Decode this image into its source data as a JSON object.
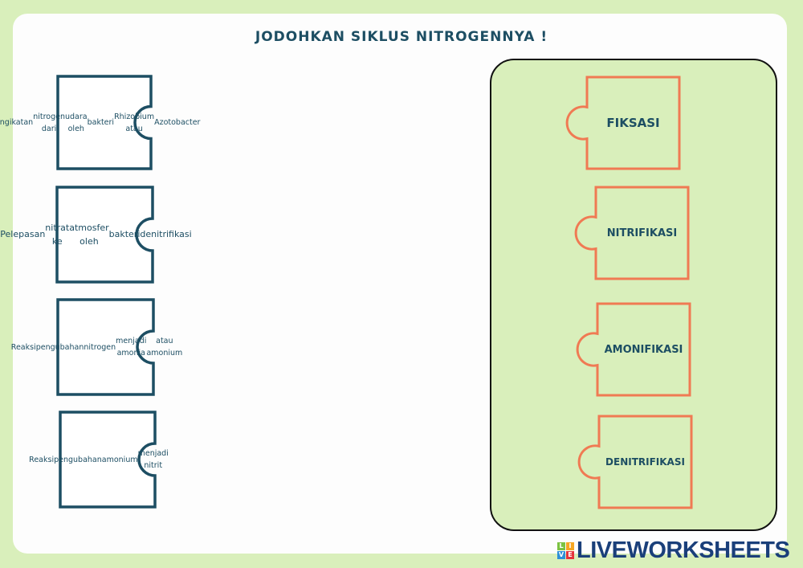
{
  "title": "JODOHKAN SIKLUS NITROGENNYA !",
  "descriptions": [
    {
      "lines": [
        "Pengikatan",
        "nitrogen dari",
        "udara oleh",
        "bakteri",
        "Rhizobium atau",
        "Azotobacter"
      ]
    },
    {
      "lines": [
        "Pelepasan",
        "nitrat ke",
        "atmosfer oleh",
        "bakteri",
        "denitrifikasi"
      ]
    },
    {
      "lines": [
        "Reaksi",
        "pengubahan",
        "nitrogen",
        "menjadi amonia",
        "atau amonium"
      ]
    },
    {
      "lines": [
        "Reaksi",
        "pengubahan",
        "amonium",
        "menjadi nitrit"
      ]
    }
  ],
  "answers": [
    "FIKSASI",
    "NITRIFIKASI",
    "AMONIFIKASI",
    "DENITRIFIKASI"
  ],
  "brand": {
    "name": "LIVEWORKSHEETS",
    "badge": [
      "L",
      "I",
      "V",
      "E"
    ]
  },
  "colors": {
    "dark": "#1d4e63",
    "orange": "#f07a53",
    "green": "#d9efbb"
  }
}
